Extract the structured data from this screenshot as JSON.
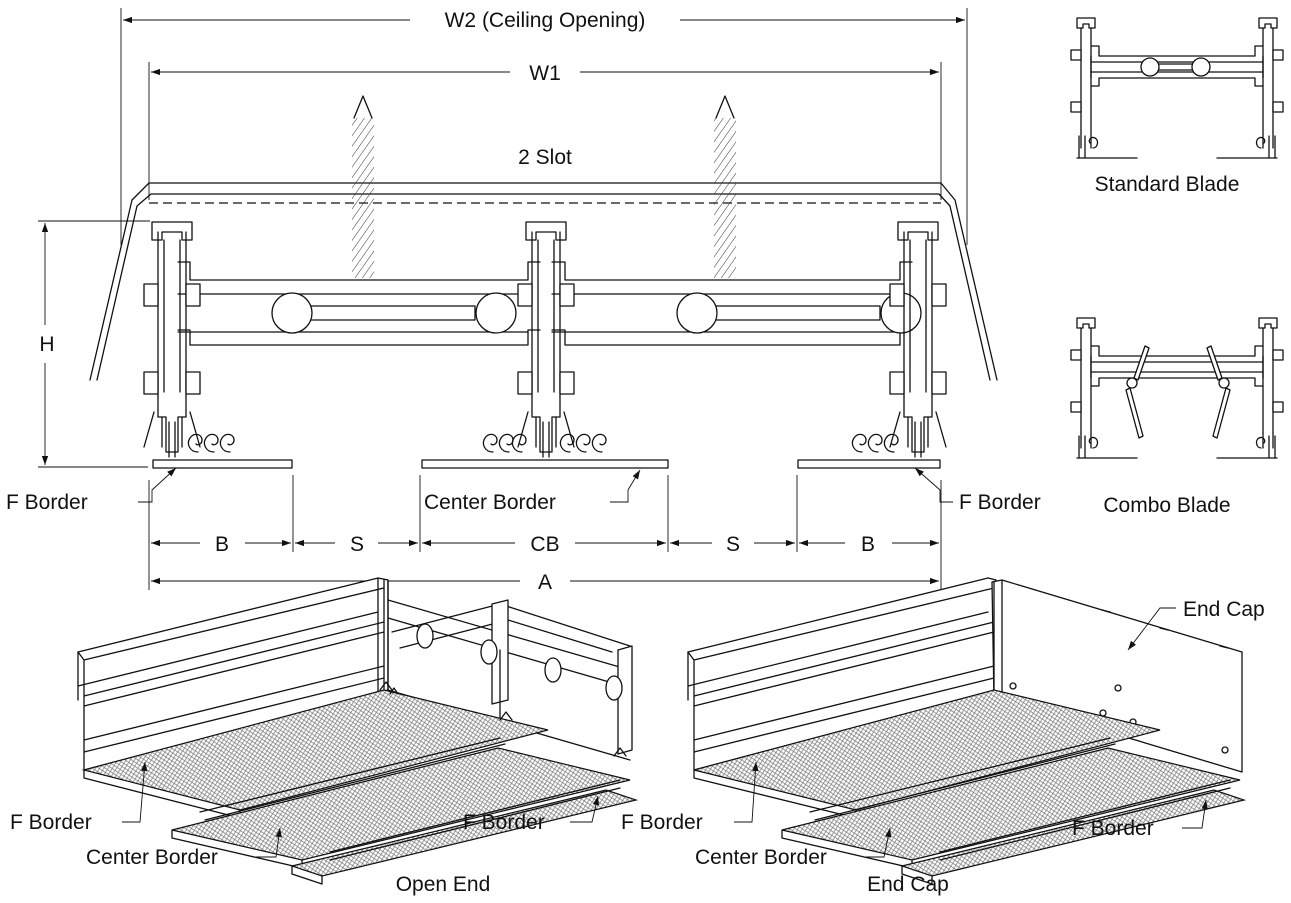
{
  "dimensions": {
    "w2": "W2 (Ceiling Opening)",
    "w1": "W1",
    "slot": "2 Slot",
    "h": "H",
    "b_left": "B",
    "s_left": "S",
    "cb": "CB",
    "s_right": "S",
    "b_right": "B",
    "a": "A"
  },
  "section_labels": {
    "f_border_left": "F Border",
    "center_border": "Center Border",
    "f_border_right": "F Border"
  },
  "blades": {
    "standard": "Standard Blade",
    "combo": "Combo Blade"
  },
  "open_end": {
    "caption": "Open End",
    "f_border_left": "F Border",
    "center_border": "Center Border",
    "f_border_right": "F Border"
  },
  "end_cap": {
    "caption": "End Cap",
    "end_cap_label": "End Cap",
    "f_border_left": "F Border",
    "center_border": "Center Border",
    "f_border_right": "F Border"
  }
}
